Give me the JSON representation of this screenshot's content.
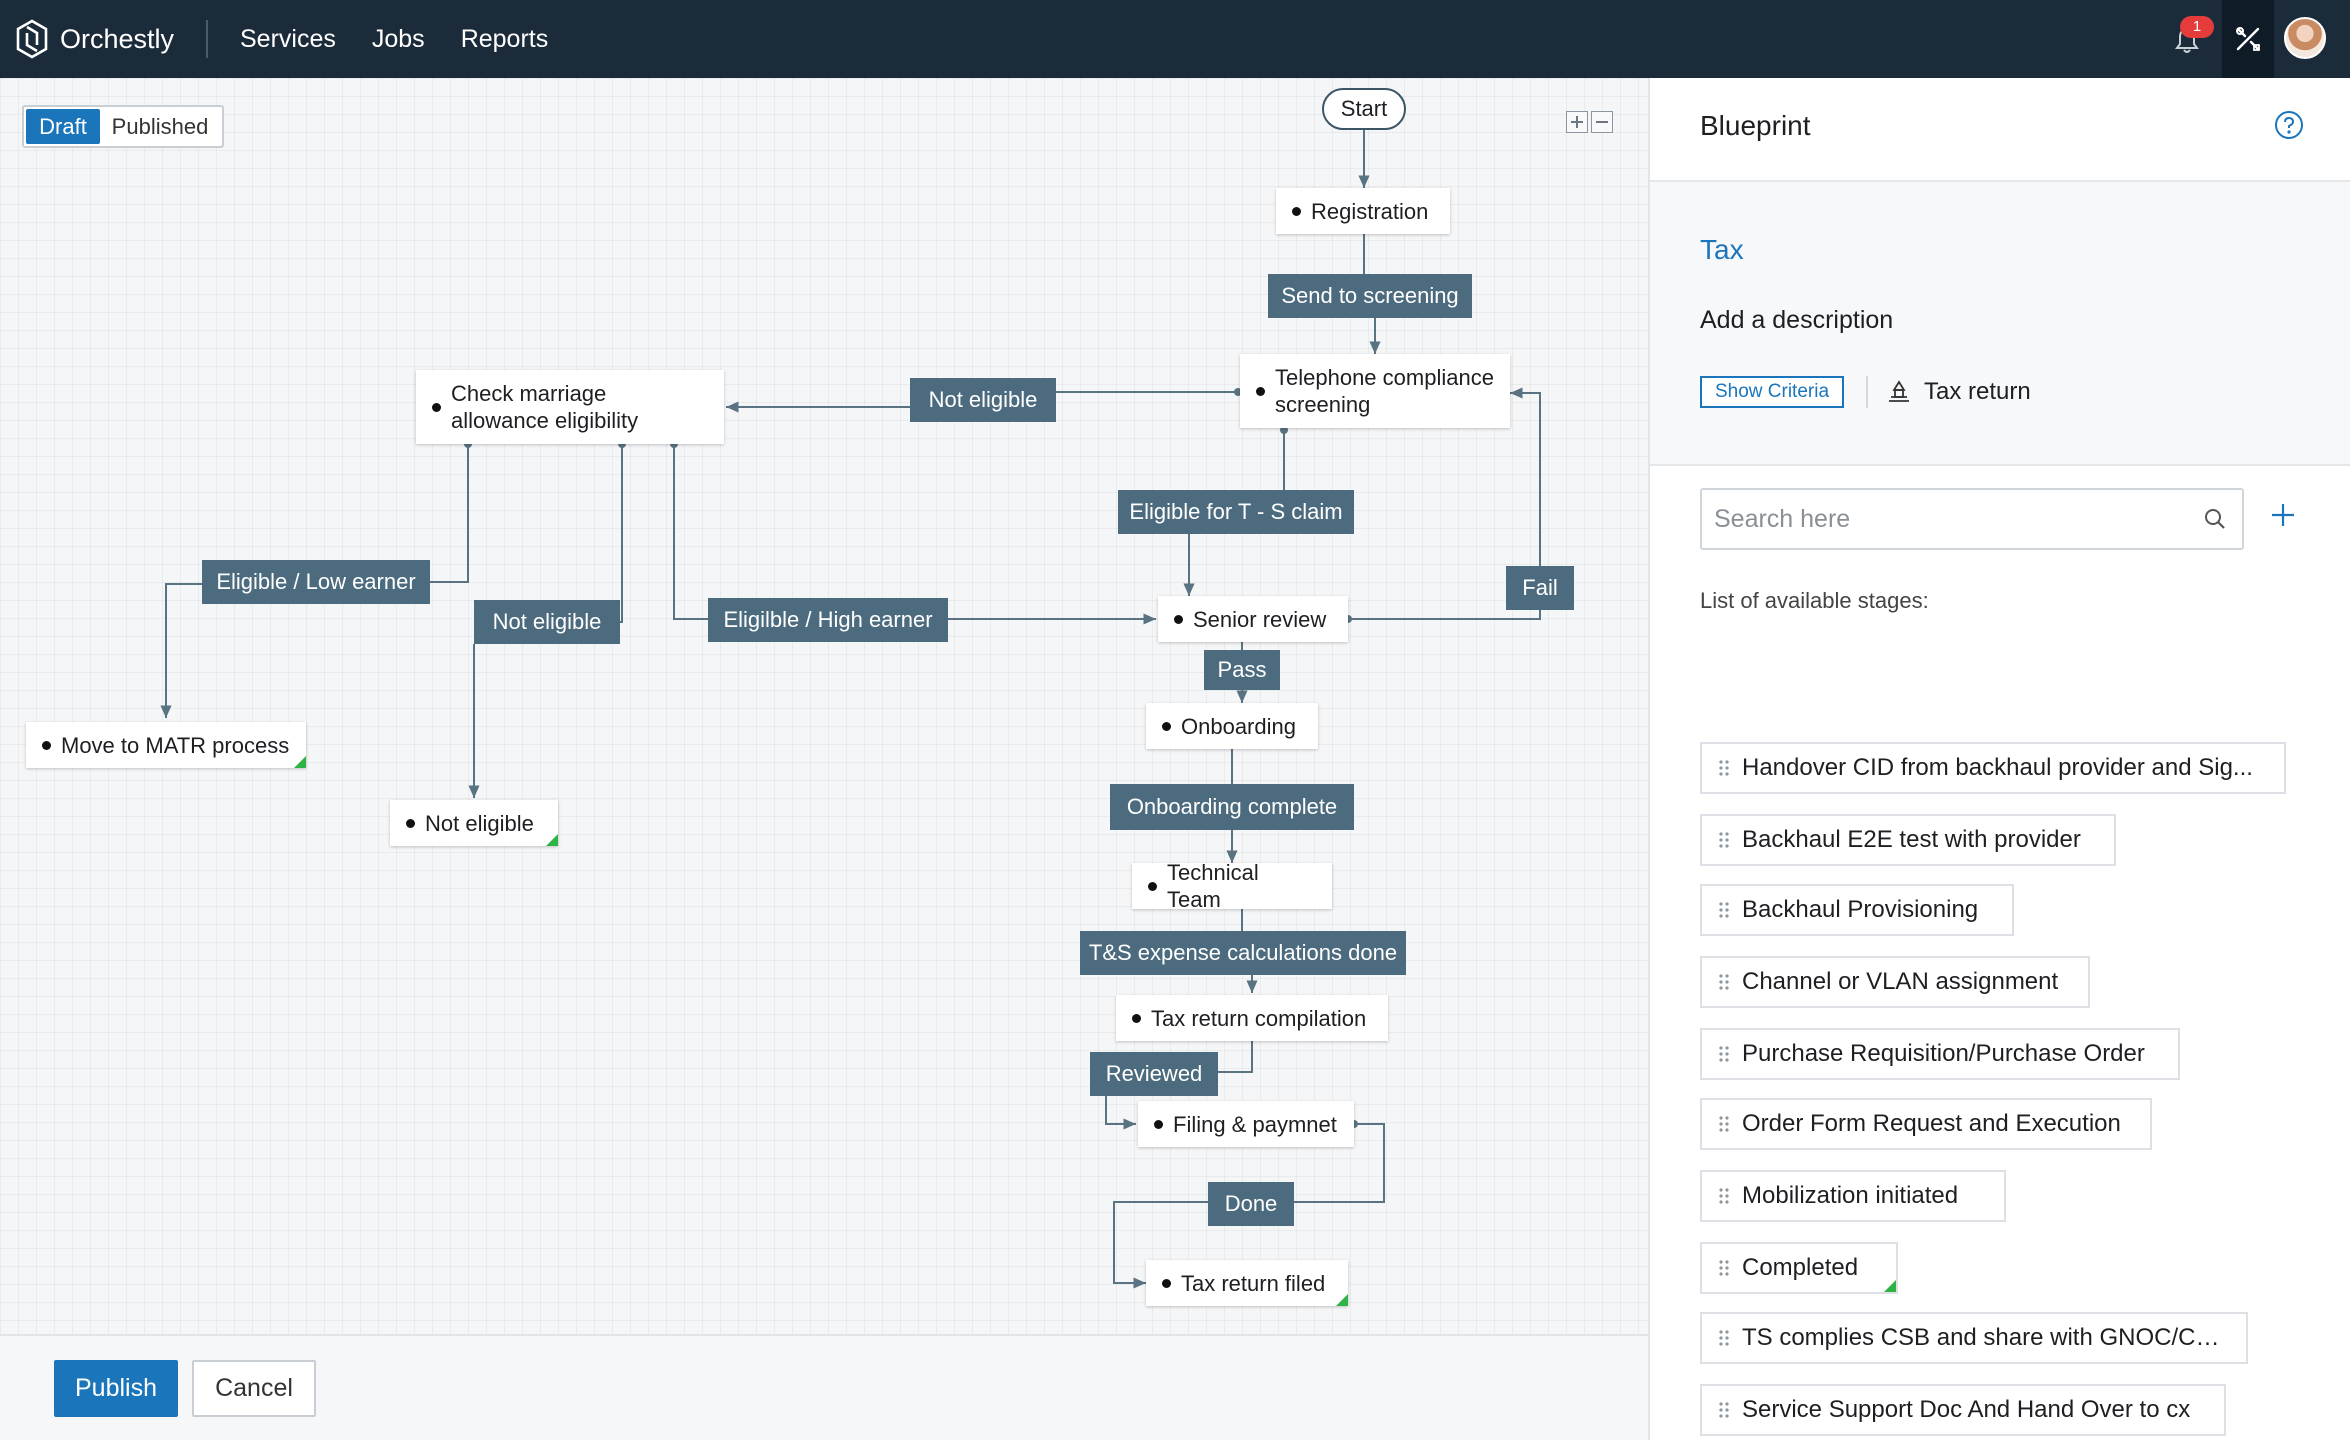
{
  "app": {
    "name": "Orchestly"
  },
  "nav": {
    "items": [
      "Services",
      "Jobs",
      "Reports"
    ]
  },
  "notifications": {
    "count": "1"
  },
  "editor": {
    "mode_draft": "Draft",
    "mode_published": "Published",
    "start": "Start",
    "states": {
      "registration": "Registration",
      "telephone": "Telephone compliance screening",
      "check_marriage": "Check marriage allowance eligibility",
      "move_matr": "Move to MATR process",
      "not_eligible": "Not eligible",
      "senior_review": "Senior review",
      "onboarding": "Onboarding",
      "technical_team": "Technical Team",
      "tax_compilation": "Tax return compilation",
      "filing": "Filing & paymnet",
      "tax_filed": "Tax return filed"
    },
    "transitions": {
      "send_screening": "Send to screening",
      "not_eligible_top": "Not eligible",
      "eligible_ts": "Eligible for T - S claim",
      "fail": "Fail",
      "low_earner": "Eligible / Low earner",
      "not_eligible_mid": "Not eligible",
      "high_earner": "Eligilble / High earner",
      "pass": "Pass",
      "onboarding_complete": "Onboarding complete",
      "ts_expense": "T&S expense calculations done",
      "reviewed": "Reviewed",
      "done": "Done"
    }
  },
  "footer": {
    "publish": "Publish",
    "cancel": "Cancel"
  },
  "panel": {
    "title": "Blueprint",
    "blueprint_name": "Tax",
    "description_prompt": "Add a description",
    "show_criteria": "Show Criteria",
    "module": "Tax return",
    "search_placeholder": "Search here",
    "stages_label": "List of available stages:",
    "stages": [
      "Handover CID from backhaul provider and Sig...",
      "Backhaul E2E test with provider",
      "Backhaul Provisioning",
      "Channel or VLAN assignment",
      "Purchase Requisition/Purchase Order",
      "Order Form Request and Execution",
      "Mobilization initiated",
      "Completed",
      "TS complies CSB and share with GNOC/CSD",
      "Service Support  Doc And Hand Over to cx"
    ]
  },
  "colors": {
    "topbar": "#1c2b3a",
    "accent": "#1b75bb",
    "transition": "#4c6b7e",
    "end_marker": "#2fb344",
    "badge": "#e43b3b"
  }
}
